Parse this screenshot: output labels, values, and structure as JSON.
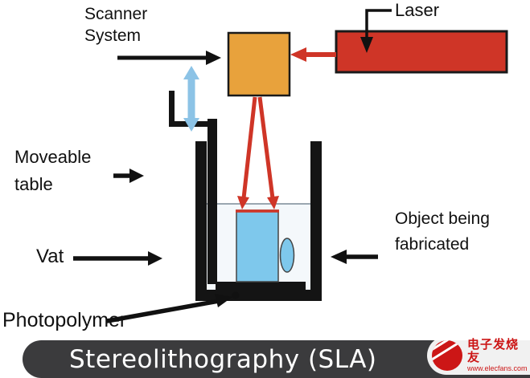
{
  "labels": {
    "scanner_system": "Scanner\nSystem",
    "laser": "Laser",
    "moveable_table": "Moveable\ntable",
    "vat": "Vat",
    "object_being_fabricated": "Object being\nfabricated",
    "photopolymer": "Photopolymer"
  },
  "banner": {
    "title": "Stereolithography (SLA)"
  },
  "watermark": {
    "brand": "电子发烧友",
    "url": "www.elecfans.com"
  },
  "colors": {
    "laser_red": "#cf3527",
    "scanner_orange": "#e8a23c",
    "object_blue": "#7ec8ec",
    "table_arrow_blue": "#8cc3e6",
    "liquid": "#f4f8fb",
    "banner_bg": "#3b3b3d",
    "watermark_red": "#cc1616"
  }
}
